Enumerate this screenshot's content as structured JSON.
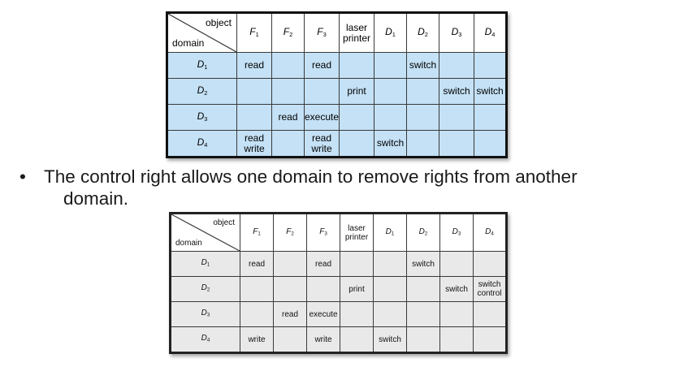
{
  "table1": {
    "corner": {
      "object": "object",
      "domain": "domain"
    },
    "columns": [
      {
        "base": "F",
        "sub": "1"
      },
      {
        "base": "F",
        "sub": "2"
      },
      {
        "base": "F",
        "sub": "3"
      },
      {
        "text": "laser printer"
      },
      {
        "base": "D",
        "sub": "1"
      },
      {
        "base": "D",
        "sub": "2"
      },
      {
        "base": "D",
        "sub": "3"
      },
      {
        "base": "D",
        "sub": "4"
      }
    ],
    "rows": [
      {
        "label": {
          "base": "D",
          "sub": "1"
        },
        "cells": [
          "read",
          "",
          "read",
          "",
          "",
          "switch",
          "",
          ""
        ]
      },
      {
        "label": {
          "base": "D",
          "sub": "2"
        },
        "cells": [
          "",
          "",
          "",
          "print",
          "",
          "",
          "switch",
          "switch"
        ]
      },
      {
        "label": {
          "base": "D",
          "sub": "3"
        },
        "cells": [
          "",
          "read",
          "execute",
          "",
          "",
          "",
          "",
          ""
        ]
      },
      {
        "label": {
          "base": "D",
          "sub": "4"
        },
        "cells": [
          "read write",
          "",
          "read write",
          "",
          "switch",
          "",
          "",
          ""
        ]
      }
    ]
  },
  "bullet": {
    "line1": "The control right allows one domain to remove rights from another",
    "line2": "domain."
  },
  "table2": {
    "corner": {
      "object": "object",
      "domain": "domain"
    },
    "columns": [
      {
        "base": "F",
        "sub": "1"
      },
      {
        "base": "F",
        "sub": "2"
      },
      {
        "base": "F",
        "sub": "3"
      },
      {
        "text": "laser printer"
      },
      {
        "base": "D",
        "sub": "1"
      },
      {
        "base": "D",
        "sub": "2"
      },
      {
        "base": "D",
        "sub": "3"
      },
      {
        "base": "D",
        "sub": "4"
      }
    ],
    "rows": [
      {
        "label": {
          "base": "D",
          "sub": "1"
        },
        "cells": [
          "read",
          "",
          "read",
          "",
          "",
          "switch",
          "",
          ""
        ]
      },
      {
        "label": {
          "base": "D",
          "sub": "2"
        },
        "cells": [
          "",
          "",
          "",
          "print",
          "",
          "",
          "switch",
          "switch control"
        ]
      },
      {
        "label": {
          "base": "D",
          "sub": "3"
        },
        "cells": [
          "",
          "read",
          "execute",
          "",
          "",
          "",
          "",
          ""
        ]
      },
      {
        "label": {
          "base": "D",
          "sub": "4"
        },
        "cells": [
          "write",
          "",
          "write",
          "",
          "switch",
          "",
          "",
          ""
        ]
      }
    ]
  }
}
